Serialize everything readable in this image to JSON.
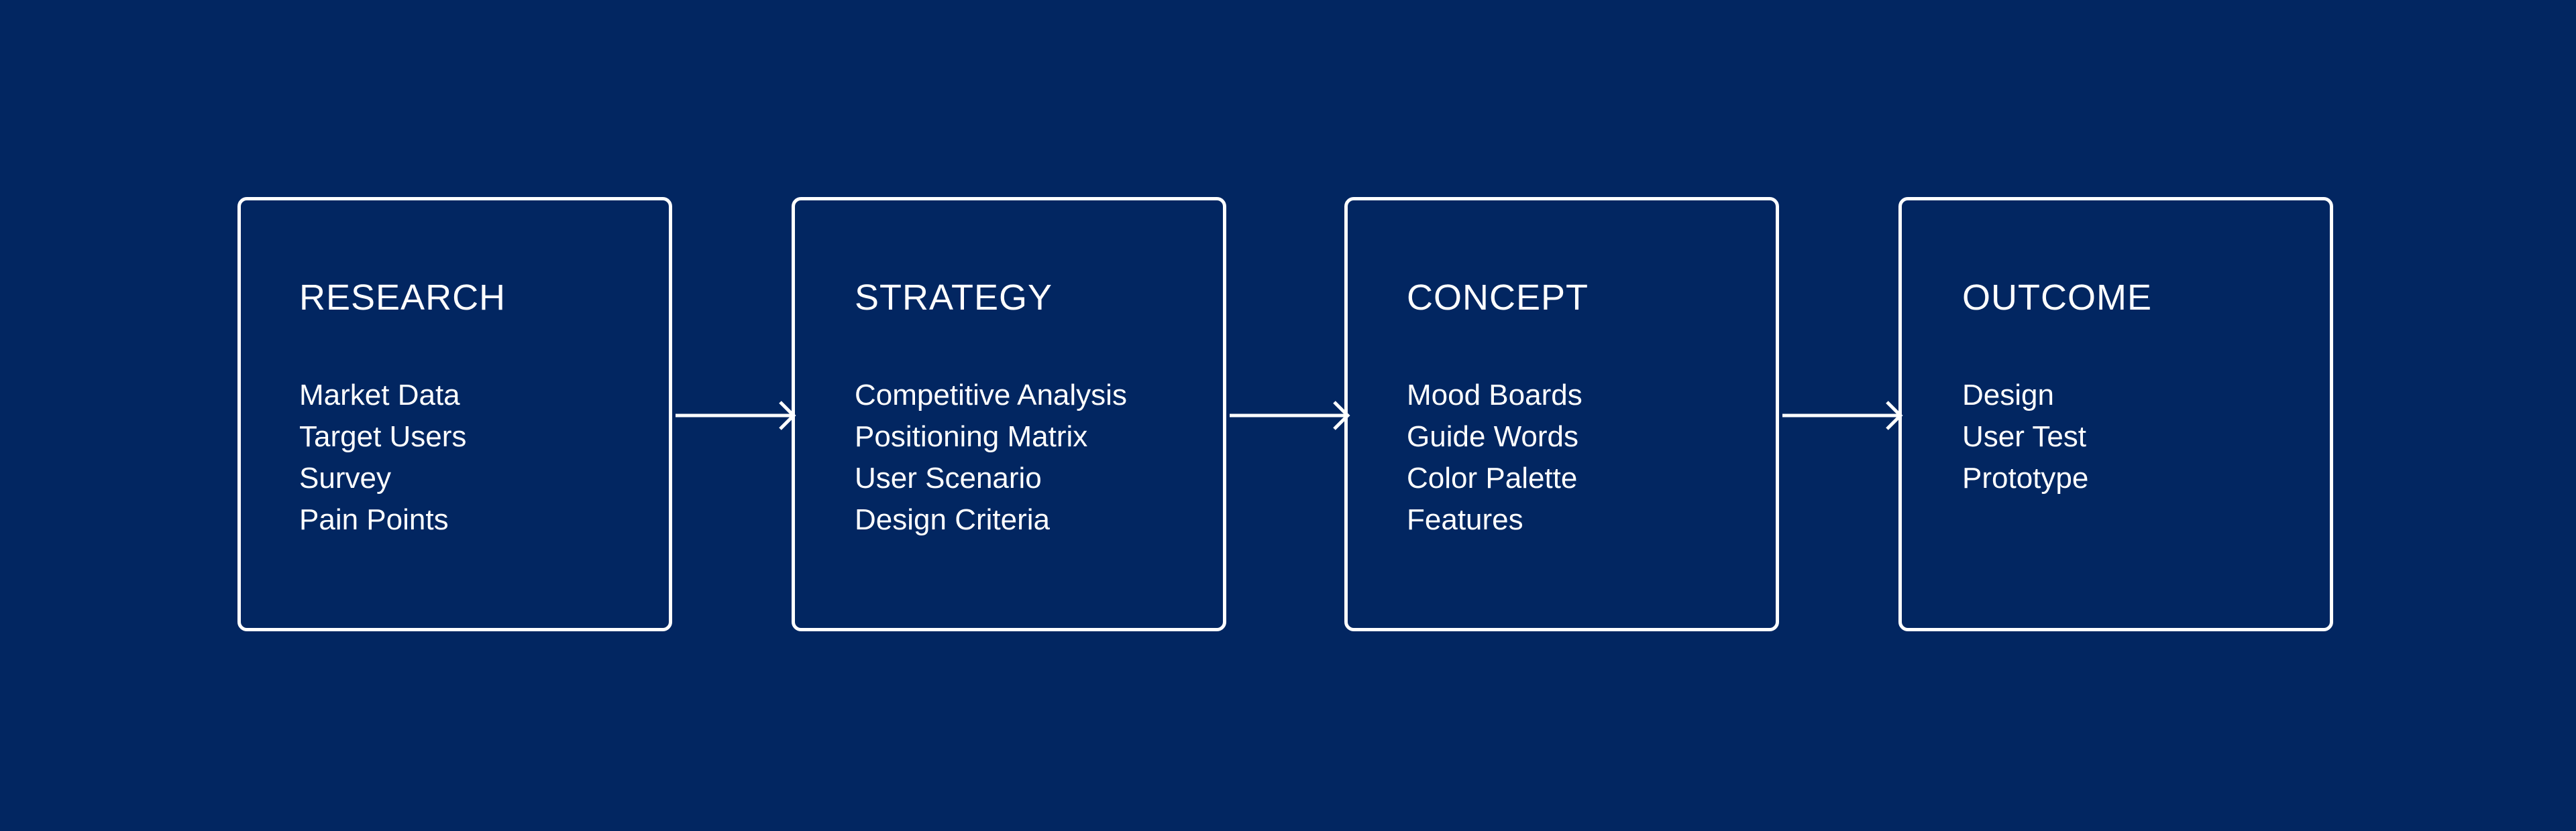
{
  "colors": {
    "background": "#022661",
    "foreground": "#ffffff"
  },
  "stages": [
    {
      "title": "RESEARCH",
      "items": [
        "Market Data",
        "Target Users",
        "Survey",
        "Pain Points"
      ]
    },
    {
      "title": "STRATEGY",
      "items": [
        "Competitive Analysis",
        "Positioning Matrix",
        "User Scenario",
        "Design Criteria"
      ]
    },
    {
      "title": "CONCEPT",
      "items": [
        "Mood Boards",
        "Guide Words",
        "Color Palette",
        "Features"
      ]
    },
    {
      "title": "OUTCOME",
      "items": [
        "Design",
        "User Test",
        "Prototype"
      ]
    }
  ],
  "connectors": [
    {
      "from": "RESEARCH",
      "to": "STRATEGY"
    },
    {
      "from": "STRATEGY",
      "to": "CONCEPT"
    },
    {
      "from": "CONCEPT",
      "to": "OUTCOME"
    }
  ]
}
